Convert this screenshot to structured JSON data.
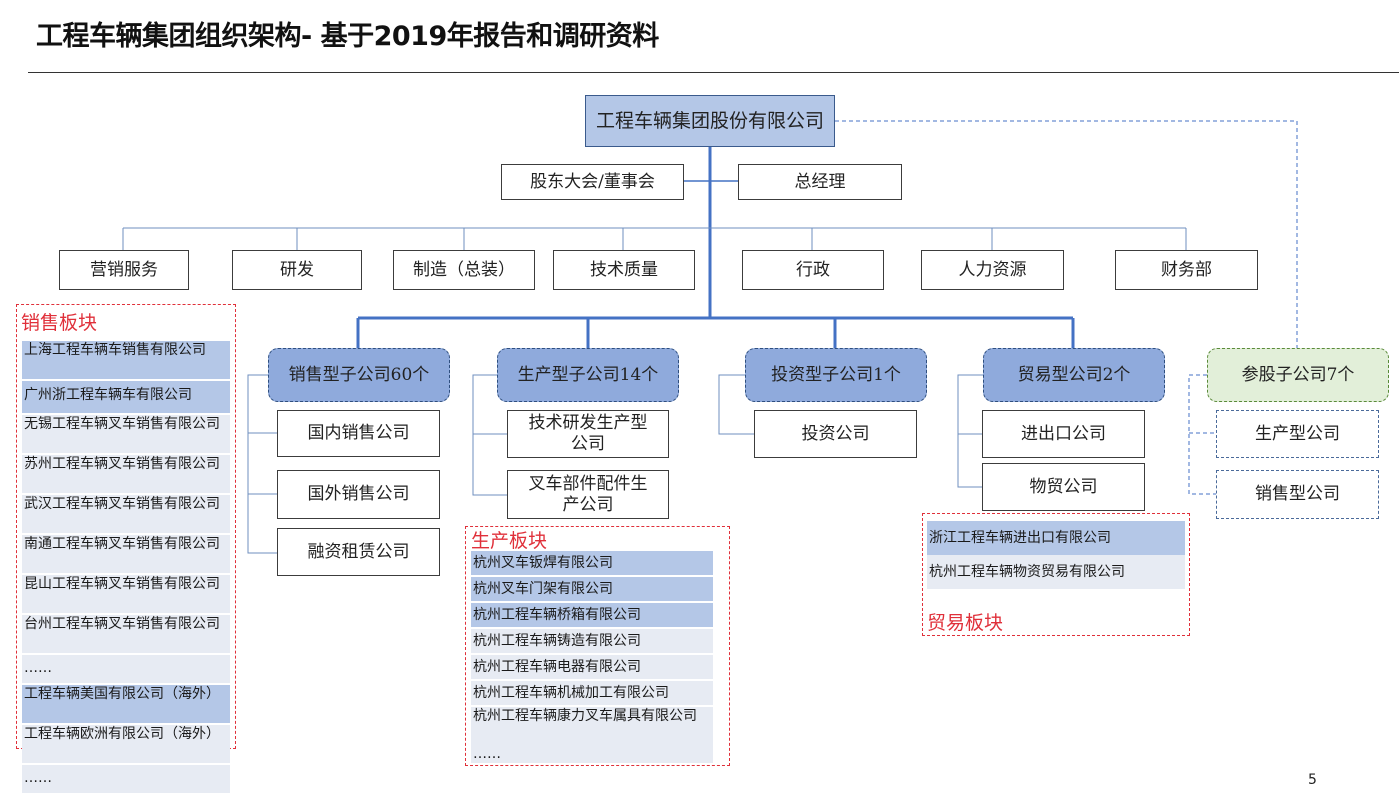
{
  "title": "工程车辆集团组织架构- 基于2019年报告和调研资料",
  "page_number": "5",
  "root": {
    "label": "工程车辆集团股份有限公司"
  },
  "governance": {
    "board": "股东大会/董事会",
    "gm": "总经理"
  },
  "departments": [
    "营销服务",
    "研发",
    "制造（总装）",
    "技术质量",
    "行政",
    "人力资源",
    "财务部"
  ],
  "categories": {
    "sales": {
      "label": "销售型子公司60个",
      "children": [
        "国内销售公司",
        "国外销售公司",
        "融资租赁公司"
      ]
    },
    "production": {
      "label": "生产型子公司14个",
      "children": [
        "技术研发生产型公司",
        "叉车部件配件生产公司"
      ]
    },
    "investment": {
      "label": "投资型子公司1个",
      "children": [
        "投资公司"
      ]
    },
    "trade": {
      "label": "贸易型公司2个",
      "children": [
        "进出口公司",
        "物贸公司"
      ]
    },
    "equity": {
      "label": "参股子公司7个",
      "children": [
        "生产型公司",
        "销售型公司"
      ]
    }
  },
  "panels": {
    "sales": {
      "title": "销售板块",
      "items": [
        "上海工程车辆车销售有限公司",
        "广州浙工程车辆车有限公司",
        "无锡工程车辆叉车销售有限公司",
        "苏州工程车辆叉车销售有限公司",
        "武汉工程车辆叉车销售有限公司",
        "南通工程车辆叉车销售有限公司",
        "昆山工程车辆叉车销售有限公司",
        "台州工程车辆叉车销售有限公司",
        "……",
        "工程车辆美国有限公司（海外）",
        "工程车辆欧洲有限公司（海外）",
        "……"
      ]
    },
    "production": {
      "title": "生产板块",
      "items": [
        "杭州叉车钣焊有限公司",
        "杭州叉车门架有限公司",
        "杭州工程车辆桥箱有限公司",
        "杭州工程车辆铸造有限公司",
        "杭州工程车辆电器有限公司",
        "杭州工程车辆机械加工有限公司",
        "杭州工程车辆康力叉车属具有限公司",
        "……"
      ]
    },
    "trade": {
      "title": "贸易板块",
      "items": [
        "浙江工程车辆进出口有限公司",
        "杭州工程车辆物资贸易有限公司"
      ]
    }
  },
  "colors": {
    "root_fill": "#b4c7e7",
    "category_fill": "#8faadc",
    "equity_fill": "#e2efd9",
    "connector": "#4472c4",
    "panel_border": "#e0303a"
  }
}
